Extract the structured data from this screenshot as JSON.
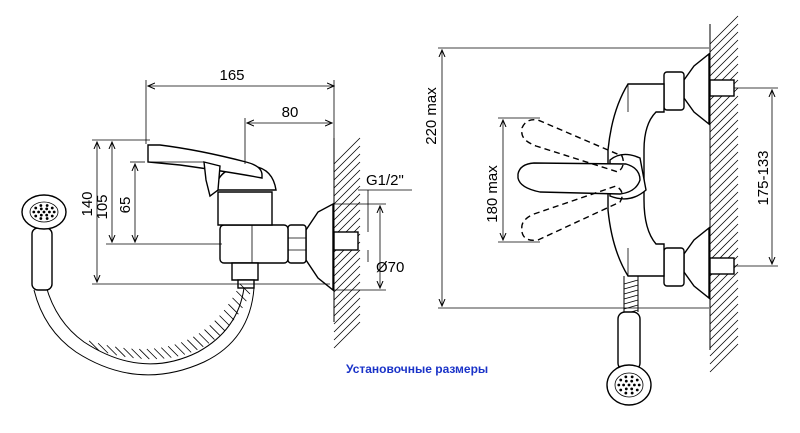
{
  "side_view": {
    "dim_width_total": "165",
    "dim_width_partial": "80",
    "dim_height_total": "140",
    "dim_height_mid": "105",
    "dim_height_low": "65",
    "thread": "G1/2\"",
    "flange_diameter": "Ø70"
  },
  "front_view": {
    "dim_height_max": "220 max",
    "dim_lever_max": "180 max",
    "dim_centers": "175-133"
  },
  "caption": "Установочные размеры",
  "colors": {
    "line": "#000000",
    "caption": "#1a33c8",
    "background": "#ffffff"
  }
}
